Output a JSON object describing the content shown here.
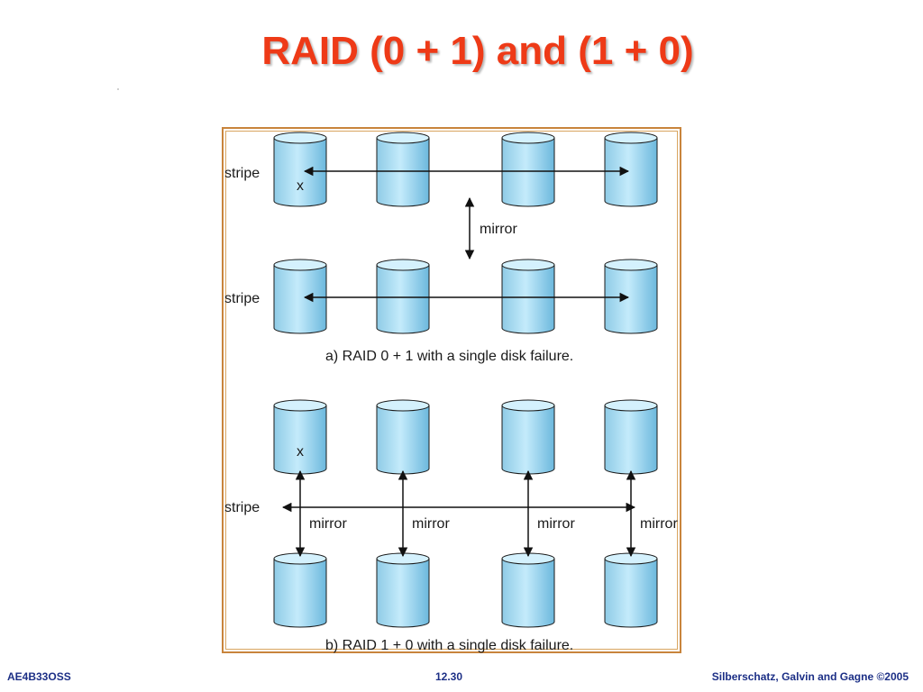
{
  "title": "RAID (0 + 1) and (1 + 0)",
  "diagram": {
    "stripe_label": "stripe",
    "mirror_label": "mirror",
    "failure_mark": "x",
    "caption_a": "a) RAID 0 + 1 with a single disk failure.",
    "caption_b": "b) RAID 1 + 0 with a single disk failure.",
    "disk_color": "#aee0f5",
    "border_color": "#c8843c"
  },
  "footer": {
    "left": "AE4B33OSS",
    "center": "12.30",
    "right": "Silberschatz, Galvin and Gagne ©2005"
  }
}
